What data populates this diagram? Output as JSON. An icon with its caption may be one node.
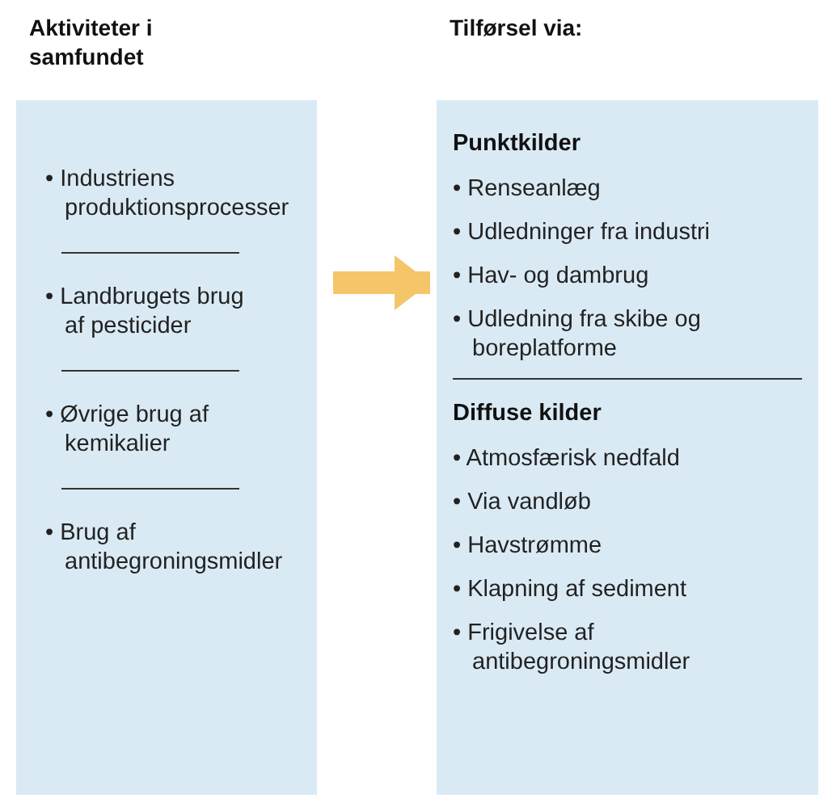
{
  "diagram": {
    "nodes": [
      {
        "text": [
          "Aktiviteter i samfundet",
          "• Industriens produktionsprocesser",
          "• Landbrugets brug af pesticider",
          "• Øvrige brug af kemikalier",
          "• Brug af antibegroningsmidler"
        ]
      },
      {
        "text": [
          "Tilførsel via:",
          "Punktkilder",
          "• Renseanlæg",
          "• Udledninger fra industri",
          "• Hav- og dambrug",
          "• Udledning fra skibe og boreplatforme",
          "Diffuse kilder",
          "• Atmosfærisk nedfald",
          "• Via vandløb",
          "• Havstrømme",
          "• Klapning af sediment",
          "• Frigivelse af antibegroningsmidler"
        ]
      }
    ],
    "edges": [
      {
        "from": 0,
        "to": 1,
        "arrow": "to"
      }
    ]
  }
}
